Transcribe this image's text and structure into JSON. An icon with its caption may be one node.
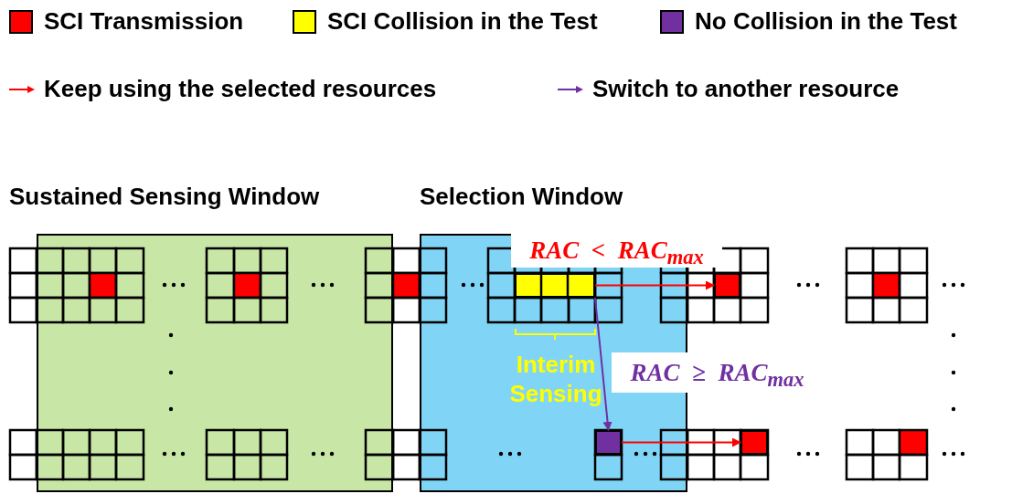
{
  "diagram": {
    "nodes": [
      {
        "text": [
          "Sustained Sensing Window"
        ]
      },
      {
        "text": [
          "Selection Window"
        ]
      },
      {
        "text": [],
        "shape": "box",
        "in": 1
      },
      {
        "text": [],
        "shape": "box"
      },
      {
        "text": [],
        "shape": "box",
        "in": 1
      },
      {
        "text": [],
        "shape": "box"
      }
    ],
    "edges": [
      {
        "from": 2,
        "to": 3,
        "arrow": "to",
        "label": "RAC  <  RAC$_{max}$"
      },
      {
        "from": 2,
        "to": 4,
        "arrow": "to",
        "label": "RAC  ≥  RAC$_{max}$",
        "color": "#7030a0"
      },
      {
        "from": 4,
        "to": 5,
        "arrow": "to"
      }
    ],
    "labels": [
      "Interim Sensing"
    ],
    "legend": [
      {
        "text": "SCI Transmission",
        "color": "#ff0000"
      },
      {
        "text": "SCI Collision in the Test",
        "color": "#ffff00"
      },
      {
        "text": "No Collision in the Test",
        "color": "#7030a0"
      },
      {
        "text": "Keep using the selected resources"
      },
      {
        "text": "Switch to another resource"
      }
    ]
  }
}
